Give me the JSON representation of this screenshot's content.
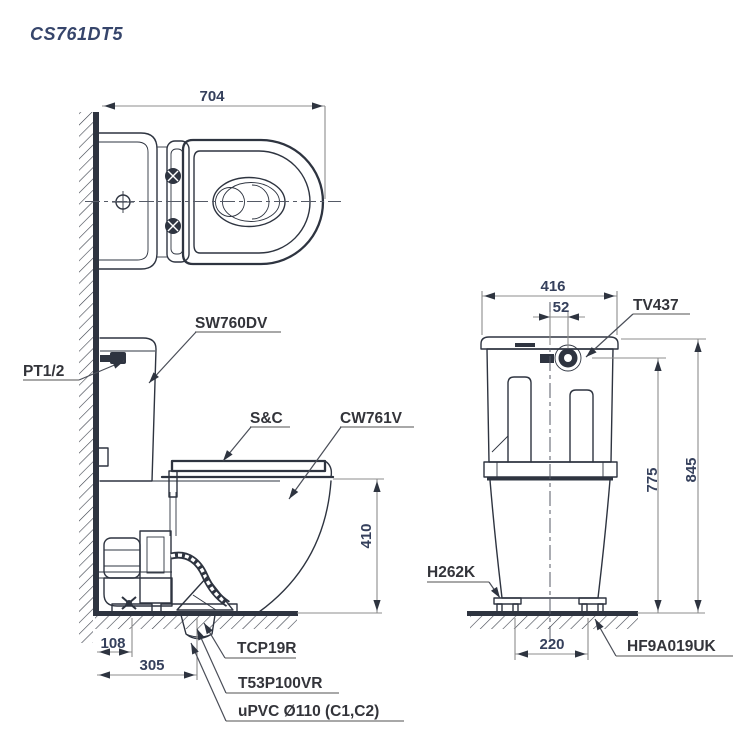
{
  "title": "CS761DT5",
  "top_view": {
    "dim_depth": "704"
  },
  "side_view": {
    "dim_rim_height": "410",
    "dim_trap_offset": "108",
    "dim_rough_in": "305",
    "label_tank": "SW760DV",
    "label_water_inlet": "PT1/2",
    "label_seat": "S&C",
    "label_bowl": "CW761V",
    "label_flange": "TCP19R",
    "label_outlet": "T53P100VR",
    "label_pipe": "uPVC Ø110 (C1,C2)"
  },
  "rear_view": {
    "dim_tank_width": "416",
    "dim_valve_offset": "52",
    "dim_inlet_height": "775",
    "dim_overall_height": "845",
    "dim_foot_spacing": "220",
    "label_stop_valve": "TV437",
    "label_foot": "H262K",
    "label_fixing_kit": "HF9A019UK"
  },
  "colors": {
    "object_line": "#2e3440",
    "dimension_line": "#8c8c8c",
    "dimension_text": "#35405c",
    "label_text": "#33343a",
    "title_text": "#36456b"
  }
}
